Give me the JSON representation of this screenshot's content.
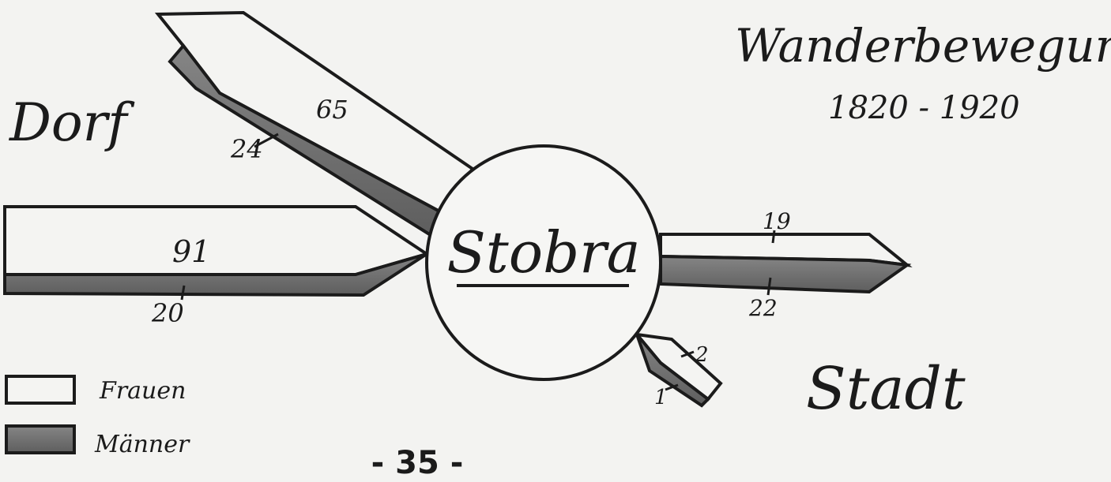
{
  "title": "Wanderbewegungen",
  "period": "1820 - 1920",
  "center_label": "Stobra",
  "origin_label": "Dorf",
  "destination_label": "Stadt",
  "page_number": "- 35 -",
  "colors": {
    "frauen": "#f4f4f2",
    "maenner": "#6f6f6f",
    "ink": "#1b1b1b"
  },
  "legend": {
    "frauen": "Frauen",
    "maenner": "Männer"
  },
  "flows": [
    {
      "id": "dorf-in-west",
      "direction": "in",
      "from": "Dorf",
      "frauen": "91",
      "maenner": "20"
    },
    {
      "id": "dorf-out-northwest",
      "direction": "out",
      "to": "Dorf",
      "frauen": "65",
      "maenner": "24"
    },
    {
      "id": "stadt-out-east",
      "direction": "out",
      "to": "Stadt",
      "frauen": "19",
      "maenner": "22"
    },
    {
      "id": "stadt-in-southeast",
      "direction": "in",
      "from": "Stadt",
      "frauen": "2",
      "maenner": "1"
    }
  ]
}
